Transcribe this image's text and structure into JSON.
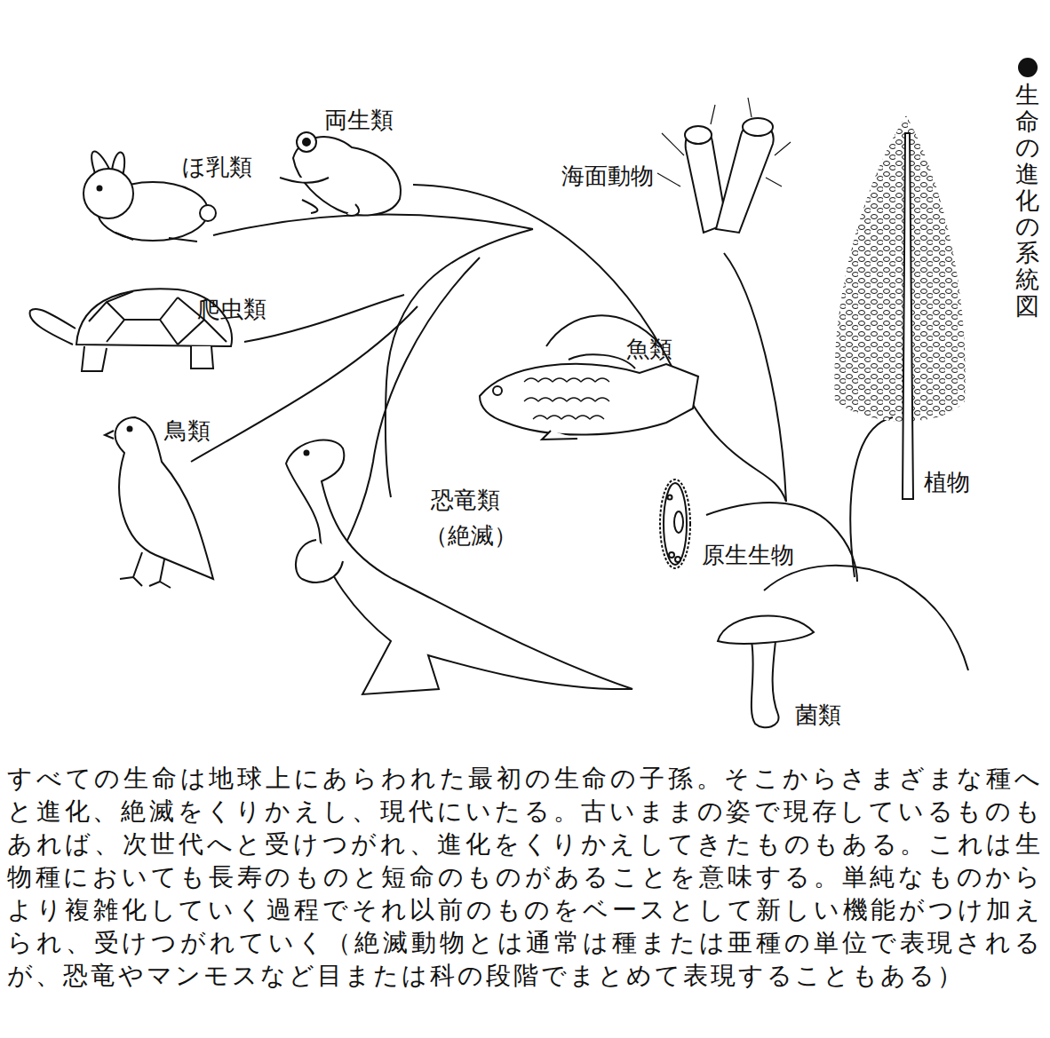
{
  "diagram": {
    "title": "生命の進化の系統図",
    "caption": "すべての生命は地球上にあらわれた最初の生命の子孫。そこからさまざまな種へと進化、絶滅をくりかえし、現代にいたる。古いままの姿で現存しているものもあれば、次世代へと受けつがれ、進化をくりかえしてきたものもある。これは生物種においても長寿のものと短命のものがあることを意味する。単純なものからより複雑化していく過程でそれ以前のものをベースとして新しい機能がつけ加えられ、受けつがれていく（絶滅動物とは通常は種または亜種の単位で表現されるが、恐竜やマンモスなど目または科の段階でまとめて表現することもある）",
    "labels": [
      "両生類",
      "ほ乳類",
      "海面動物",
      "爬虫類",
      "魚類",
      "鳥類",
      "植物",
      "恐竜類",
      "（絶滅）",
      "原生生物",
      "菌類"
    ]
  }
}
